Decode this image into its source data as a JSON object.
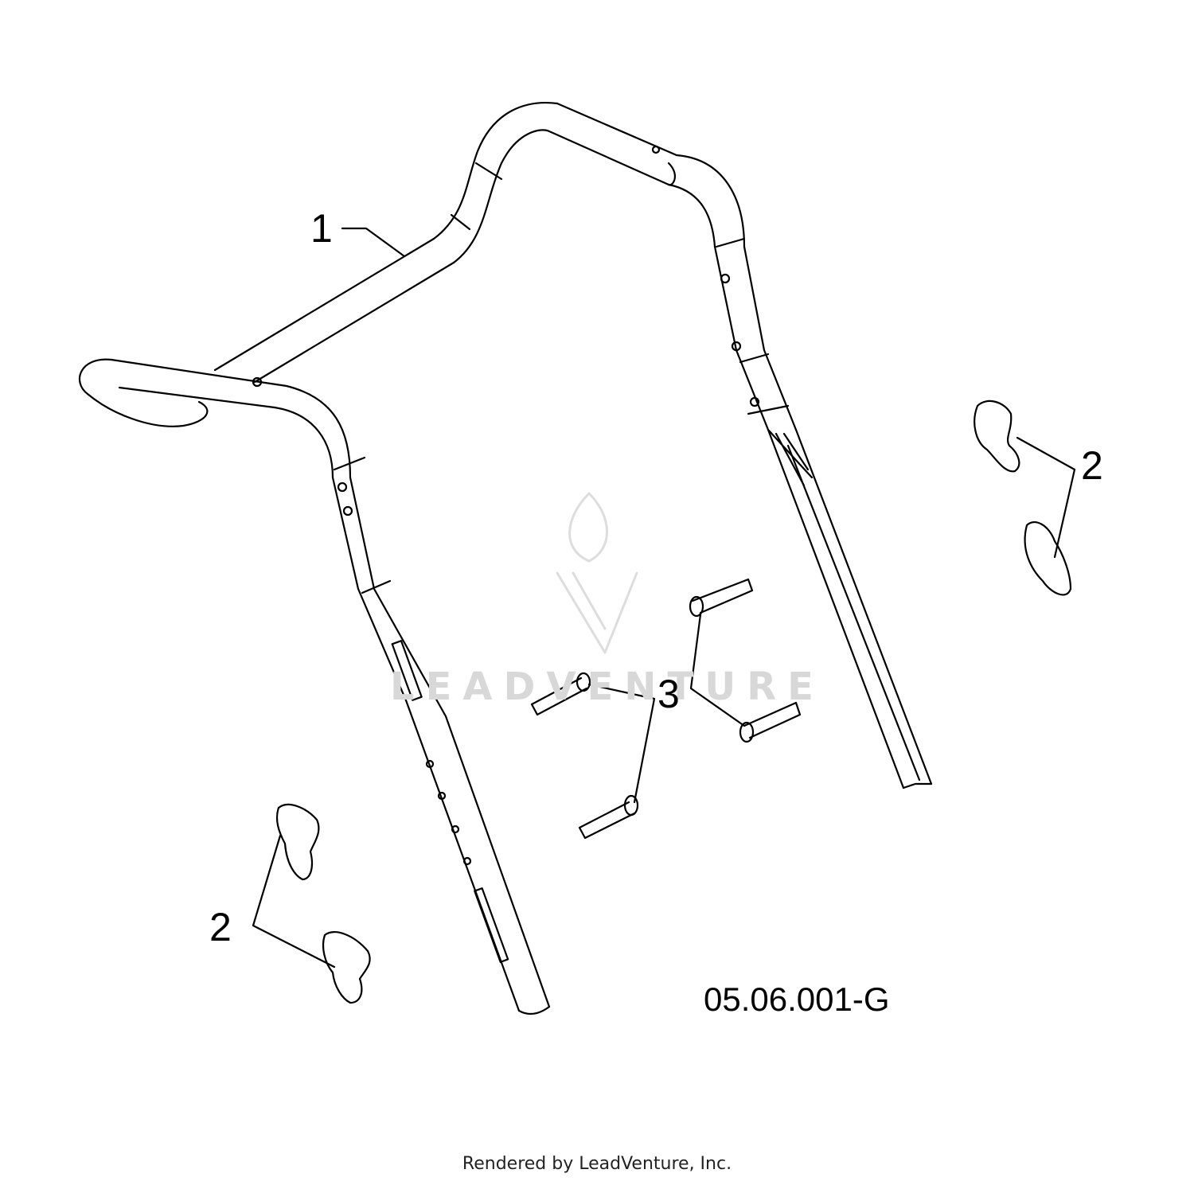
{
  "diagram": {
    "callouts": [
      {
        "id": "1",
        "text": "1",
        "part": "handle"
      },
      {
        "id": "2a",
        "text": "2",
        "part": "knob"
      },
      {
        "id": "2b",
        "text": "2",
        "part": "knob"
      },
      {
        "id": "3",
        "text": "3",
        "part": "bolt"
      }
    ],
    "figure_code": "05.06.001-G",
    "watermark_text": "LEADVENTURE",
    "footer": "Rendered by LeadVenture, Inc."
  }
}
